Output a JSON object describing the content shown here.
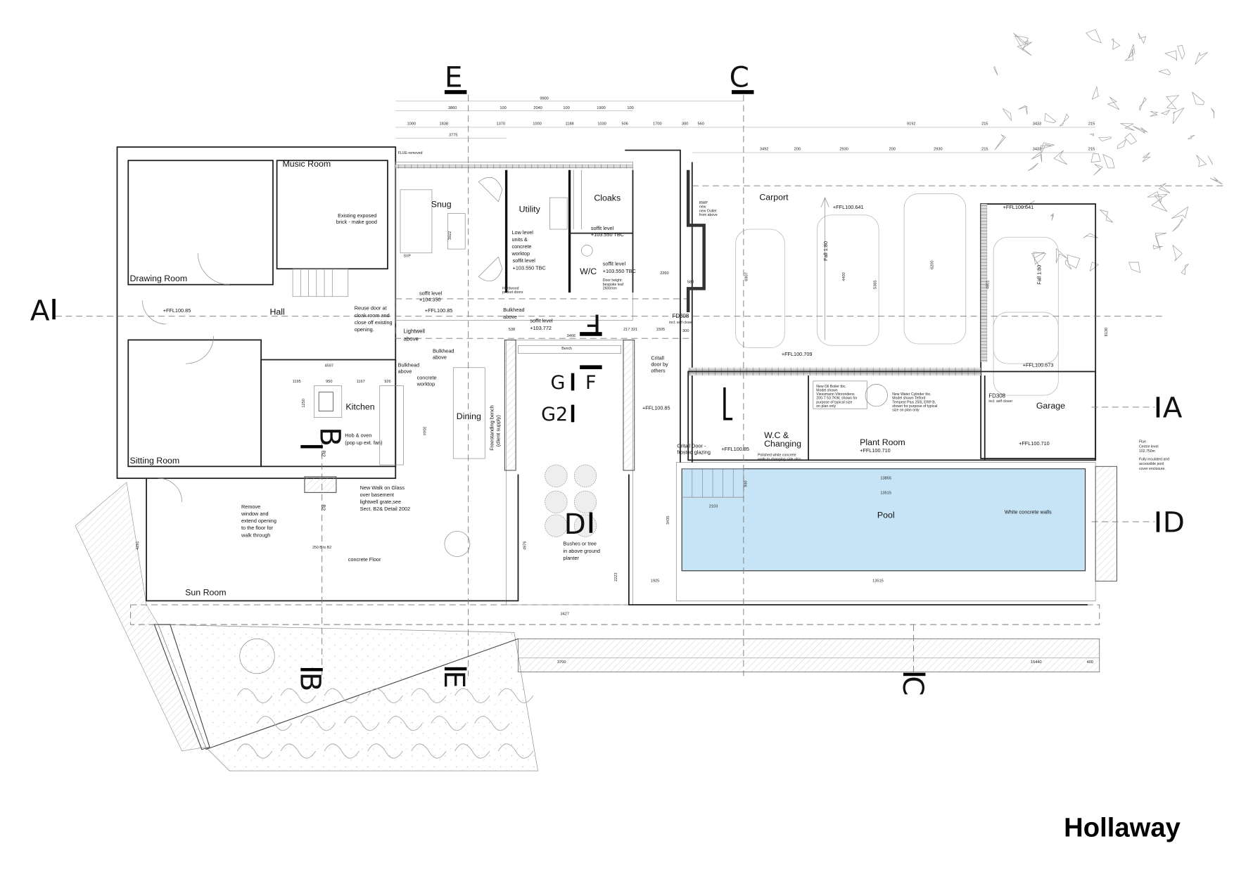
{
  "logo": "Hollaway",
  "rooms": {
    "music_room": "Music Room",
    "drawing_room": "Drawing Room",
    "hall": "Hall",
    "sitting_room": "Sitting Room",
    "snug": "Snug",
    "utility": "Utility",
    "cloaks": "Cloaks",
    "wc": "W/C",
    "kitchen": "Kitchen",
    "dining": "Dining",
    "carport": "Carport",
    "garage": "Garage",
    "plant_room": "Plant Room",
    "wc_changing": [
      "W.C &",
      "Changing"
    ],
    "pool": "Pool",
    "sun_room": "Sun Room"
  },
  "notes": {
    "exposed_brick": [
      "Existing exposed",
      "brick - make good"
    ],
    "reuse_door": [
      "Reuse door at",
      "cloak room and",
      "close off existing",
      "opening."
    ],
    "lightwell": [
      "Lightwell",
      "above"
    ],
    "utility_units": [
      "Low level",
      "units &",
      "concrete",
      "worktop"
    ],
    "soffit_utility": [
      "soffit level",
      "+103.550 TBC"
    ],
    "soffit_cloaks": [
      "soffit level",
      "+103.550 TBC"
    ],
    "soffit_wc": [
      "soffit level",
      "+103.550 TBC"
    ],
    "soffit_snug": [
      "soffit level",
      "+104.350"
    ],
    "soffit_corridor": [
      "soffit level",
      "+103.772"
    ],
    "bulkhead_1": [
      "Bulkhead",
      "above"
    ],
    "bulkhead_2": [
      "Bulkhead",
      "above"
    ],
    "bulkhead_3": [
      "Bulkhead",
      "above"
    ],
    "fd308_1": [
      "FD308",
      "incl. self closer"
    ],
    "fd308_2": [
      "FD308",
      "incl. self closer"
    ],
    "concrete_worktop": [
      "concrete",
      "worktop"
    ],
    "hob": [
      "Hob & oven",
      "(pop up ext. fan)"
    ],
    "remove_window": [
      "Remove",
      "window and",
      "extend opening",
      "to the floor for",
      "walk through"
    ],
    "walk_on_glass": [
      "New Walk on Glass",
      "over basement",
      "lightwell grate,see",
      "Sect. B2& Detail 2002"
    ],
    "concrete_floor": "concrete Floor",
    "b_to_b2": "250 B to B2",
    "bushes": [
      "Bushes or tree",
      "in above ground",
      "planter"
    ],
    "white_walls": "White concrete walls",
    "critall_frosted": [
      "Critall Door -",
      "frosted glazing"
    ],
    "critall_others": [
      "Critall",
      "door by",
      "others"
    ],
    "bench": "Bench",
    "freestanding_bench": [
      "Freestanding bench",
      "(client supply)"
    ],
    "flue": "FLUE-removed",
    "svp": "SVP",
    "rwp_outlet": [
      "RWP",
      "new",
      "new Outlet",
      "from above"
    ],
    "oil_boiler": [
      "New Oil Boiler tbc.",
      "Model shown",
      "Viessmann Vitorondens",
      "200-T 53.7KW, shown for",
      "purpose of typical size",
      "on plan only"
    ],
    "water_cylinder": [
      "New Water Cylinder tbc.",
      "Model shown Telford",
      "Tempest Plus 250L ERP B,",
      "shown for purpose of typical",
      "size on plan only"
    ],
    "polished_concrete": [
      "Polished white concrete",
      "walls to changing side also"
    ],
    "fall_1": "Fall 1:80",
    "fall_2": "Fall 1:80",
    "flue_centre": [
      "Flue",
      "Centre level",
      "102.750m"
    ],
    "pool_cover": [
      "Fully insulated and",
      "accessible pool",
      "cover enclosure."
    ],
    "door_height": [
      "Door height:",
      "bespoke leaf",
      "2600mm"
    ],
    "hardwood_doors": [
      "Hardwood",
      "pocket doors"
    ]
  },
  "levels": {
    "hall": "+FFL100.85",
    "snug": "+FFL100.85",
    "carport_1": "+FFL100.641",
    "carport_2": "+FFL100.641",
    "carport_3": "+FFL100.709",
    "garage": "+FFL100.673",
    "garage_2": "+FFL100.710",
    "plant": "+FFL100.710",
    "courtyard": "+FFL100.85",
    "changing": "+FFL100.85"
  },
  "sections": {
    "A_left": "A",
    "E_top": "E",
    "C_top": "C",
    "A_right": "A",
    "D_right": "D",
    "B_bottom": "B",
    "E_bottom": "E",
    "C_bottom": "C",
    "F_top": "F",
    "F_mid": "F",
    "G": "G",
    "G2": "G2",
    "B_kitchen": "B",
    "B2_kitchen": "B2",
    "B2_sun": "B2",
    "D_mid": "D"
  },
  "dimensions": {
    "row1": [
      "9900"
    ],
    "row2": [
      "3860",
      "100",
      "2040",
      "100",
      "1900",
      "100"
    ],
    "row3": [
      "1000",
      "1838",
      "1370",
      "1000",
      "1188",
      "1030",
      "506",
      "1700",
      "300",
      "560",
      "9192",
      "215",
      "3433",
      "215"
    ],
    "row4": [
      "3775"
    ],
    "row5": [
      "3492",
      "200",
      "2930",
      "200",
      "2930",
      "215",
      "3433",
      "215"
    ],
    "kitchen": [
      "4597",
      "1195",
      "950",
      "1167",
      "926",
      "3044",
      "1250"
    ],
    "pool": [
      "13855",
      "13515",
      "13515",
      "2103",
      "1925",
      "3435",
      "930"
    ],
    "bottom": [
      "3700",
      "15440",
      "400",
      "3427"
    ],
    "corridor": [
      "538",
      "3466",
      "217 321",
      "1505",
      "300"
    ],
    "misc": [
      "3922",
      "2260",
      "580",
      "6907",
      "4400",
      "5365",
      "6200",
      "4801",
      "8130",
      "4291",
      "4976",
      "2223"
    ]
  }
}
